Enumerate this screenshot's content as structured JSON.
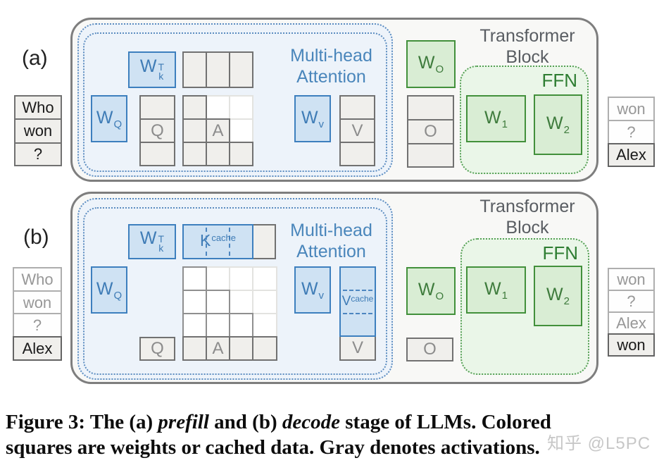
{
  "colors": {
    "blue_fill": "#cfe2f3",
    "blue_border": "#3d7fbe",
    "blue_text": "#3f7cb6",
    "green_fill": "#d9edd4",
    "green_border": "#42903b",
    "green_text": "#3e7b3c",
    "gray_cell_fill": "#f0efec",
    "gray_cell_border": "#717171",
    "activation_text": "#8c8c8c",
    "mha_fill": "#edf3fa",
    "mha_dotted": "#5b8cc0",
    "ffn_fill": "#eaf6e8",
    "ffn_dotted": "#55a055",
    "block_fill": "#f8f8f6",
    "block_border": "#7e7e7e"
  },
  "panel_a": {
    "label": "(a)",
    "input_tokens": [
      "Who",
      "won",
      "?"
    ],
    "output_tokens": [
      "won",
      "?",
      "Alex"
    ],
    "mha_title": [
      "Multi-head",
      "Attention"
    ],
    "block_title": [
      "Transformer",
      "Block"
    ],
    "ffn_label": "FFN",
    "wk": {
      "base": "W",
      "sup": "T",
      "sub": "k"
    },
    "wq": {
      "base": "W",
      "sub": "Q"
    },
    "wv": {
      "base": "W",
      "sub": "v"
    },
    "wo": {
      "base": "W",
      "sub": "O"
    },
    "w1": {
      "base": "W",
      "sub": "1"
    },
    "w2": {
      "base": "W",
      "sub": "2"
    },
    "q_label": "Q",
    "a_label": "A",
    "v_label": "V",
    "o_label": "O"
  },
  "panel_b": {
    "label": "(b)",
    "input_tokens": [
      "Who",
      "won",
      "?",
      "Alex"
    ],
    "output_tokens": [
      "won",
      "?",
      "Alex",
      "won"
    ],
    "mha_title": [
      "Multi-head",
      "Attention"
    ],
    "block_title": [
      "Transformer",
      "Block"
    ],
    "ffn_label": "FFN",
    "wk": {
      "base": "W",
      "sup": "T",
      "sub": "k"
    },
    "kcache": {
      "base": "K",
      "sup": "cache"
    },
    "vcache": {
      "base": "V",
      "sup": "cache"
    },
    "wq": {
      "base": "W",
      "sub": "Q"
    },
    "wv": {
      "base": "W",
      "sub": "v"
    },
    "wo": {
      "base": "W",
      "sub": "O"
    },
    "w1": {
      "base": "W",
      "sub": "1"
    },
    "w2": {
      "base": "W",
      "sub": "2"
    },
    "q_label": "Q",
    "a_label": "A",
    "v_label": "V",
    "o_label": "O"
  },
  "caption": {
    "seg1": "Figure 3: The (a) ",
    "seg2": "prefill",
    "seg3": " and (b) ",
    "seg4": "decode",
    "seg5": " stage of LLMs. Colored",
    "line2": "squares are weights or cached data. Gray denotes activations."
  },
  "watermark": "知乎 @L5PC"
}
